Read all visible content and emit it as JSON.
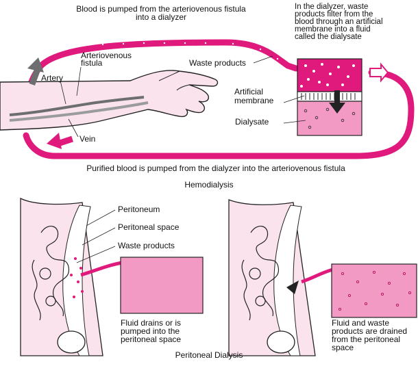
{
  "colors": {
    "magenta": "#e0197d",
    "magenta_dark": "#b0105f",
    "pink": "#f39ac4",
    "pink_light": "#f8cfe1",
    "skin": "#fbe3ee",
    "arrow_gray": "#6d6e70",
    "outline": "#222222"
  },
  "hemodialysis": {
    "top_caption_line1": "Blood is pumped from the arteriovenous fistula",
    "top_caption_line2": "into a dialyzer",
    "dialyzer_note": "In the dialyzer, waste\nproducts filter from the\nblood through an artificial\nmembrane into a fluid\ncalled the dialysate",
    "fistula_label": "Arteriovenous\nfistula",
    "artery_label": "Artery",
    "vein_label": "Vein",
    "waste_label": "Waste products",
    "membrane_label": "Artificial\nmembrane",
    "dialysate_label": "Dialysate",
    "bottom_caption": "Purified blood is pumped from the dialyzer into the arteriovenous fistula",
    "title": "Hemodialysis"
  },
  "peritoneal": {
    "peritoneum_label": "Peritoneum",
    "space_label": "Peritoneal space",
    "waste_label": "Waste products",
    "left_caption": "Fluid drains or is\npumped into the\nperitoneal space",
    "right_caption": "Fluid and waste\nproducts are drained\nfrom the peritoneal\nspace",
    "title": "Peritoneal Dialysis"
  }
}
